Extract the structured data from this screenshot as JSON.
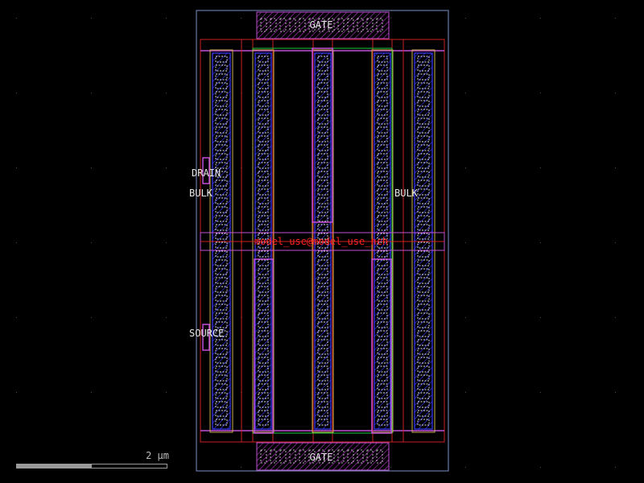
{
  "labels": {
    "gate_top": "GATE",
    "gate_bottom": "GATE",
    "drain": "DRAIN",
    "bulk_left": "BULK",
    "bulk_right": "BULK",
    "source": "SOURCE",
    "model": "model_use@model_use_nch"
  },
  "scale": {
    "label": "2 µm",
    "fill_fraction": 0.5
  },
  "colors": {
    "background": "#000000",
    "diffusion": "#3a3aff",
    "poly": "#cc2222",
    "metal": "#c24fd8",
    "contact": "#e8e8e8",
    "implant": "#c8b04a",
    "well": "#22cc44",
    "boundary": "#7d8ec9",
    "label_text": "#e8e8e8",
    "model_text": "#ff2222"
  }
}
